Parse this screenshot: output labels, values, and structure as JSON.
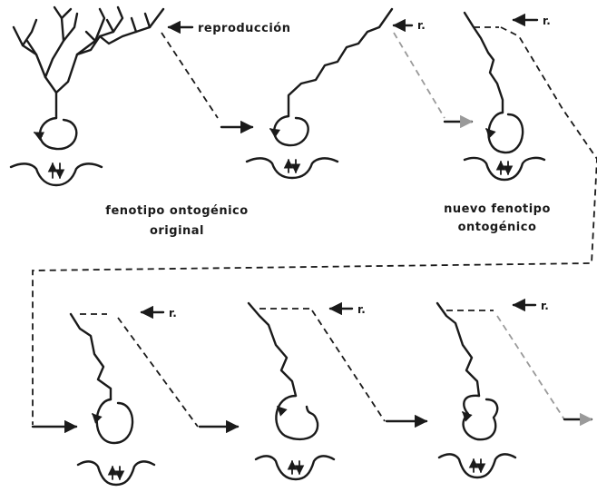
{
  "labels": {
    "reproduction": "reproducción",
    "r_short": "r.",
    "original_line1": "fenotipo ontogénico",
    "original_line2": "original",
    "new_line1": "nuevo fenotipo",
    "new_line2": "ontogénico"
  }
}
